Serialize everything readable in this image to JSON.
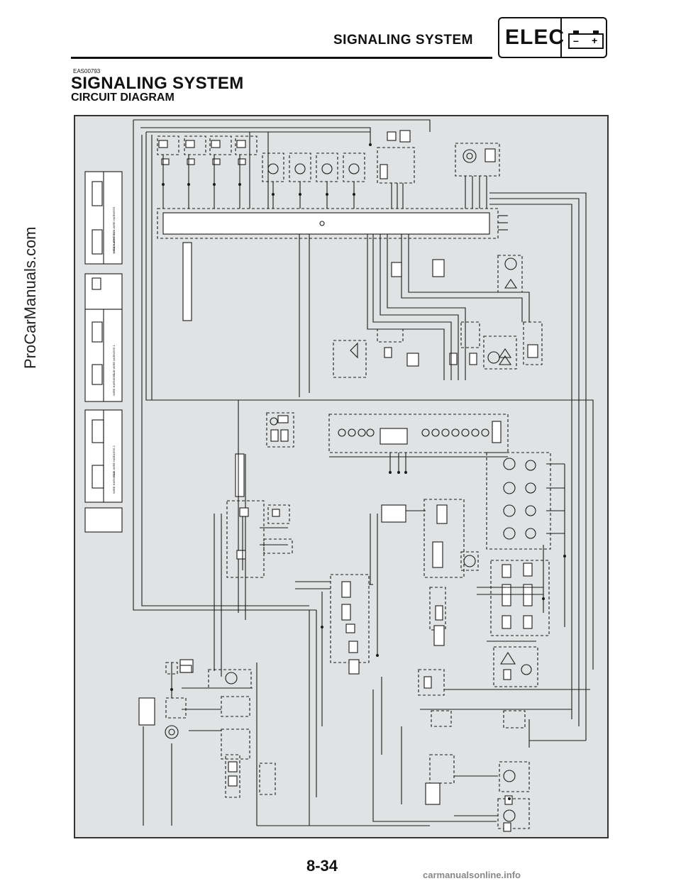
{
  "header": {
    "section_title": "SIGNALING SYSTEM",
    "badge_text": "ELEC",
    "battery_minus": "–",
    "battery_plus": "+"
  },
  "page": {
    "code": "EAS00793",
    "heading": "SIGNALING SYSTEM",
    "subheading": "CIRCUIT DIAGRAM",
    "page_number": "8-34"
  },
  "watermark": "ProCarManuals.com",
  "footer": "carmanualsonline.info",
  "connector_panel": {
    "labels": [
      "HEADLIGHT SUB-WIRE HARNESS",
      "WIRE HARNESS",
      "SUB-WIRE HARNESS 1",
      "WIRE HARNESS",
      "SUB-WIRE HARNESS 2",
      "WIRE HARNESS"
    ]
  },
  "colors": {
    "diagram_bg": "#e0e2e3",
    "wire": "#1a1a1a",
    "box_fill": "#ffffff"
  }
}
